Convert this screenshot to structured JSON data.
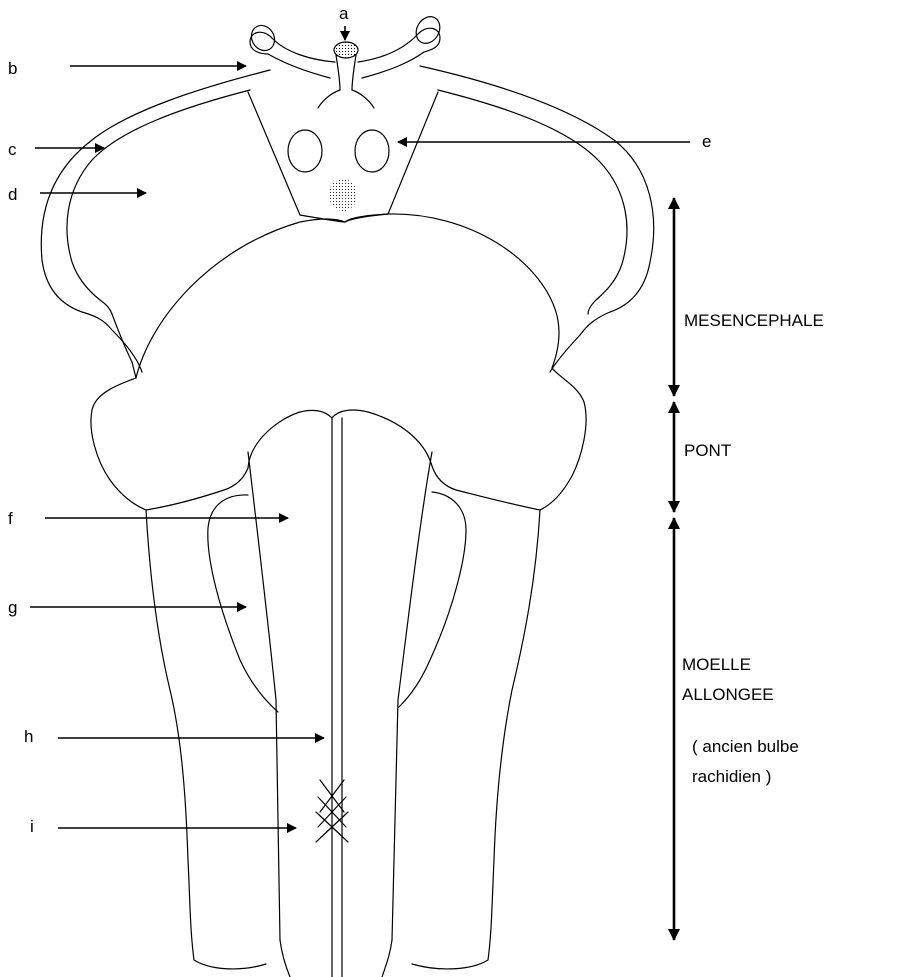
{
  "labels": {
    "a": "a",
    "b": "b",
    "c": "c",
    "d": "d",
    "e": "e",
    "f": "f",
    "g": "g",
    "h": "h",
    "i": "i"
  },
  "regions": {
    "mesencephale": "MESENCEPHALE",
    "pont": "PONT",
    "moelle_line1": "MOELLE",
    "moelle_line2": "ALLONGEE",
    "ancien_line1": "( ancien bulbe",
    "ancien_line2": "rachidien )"
  }
}
